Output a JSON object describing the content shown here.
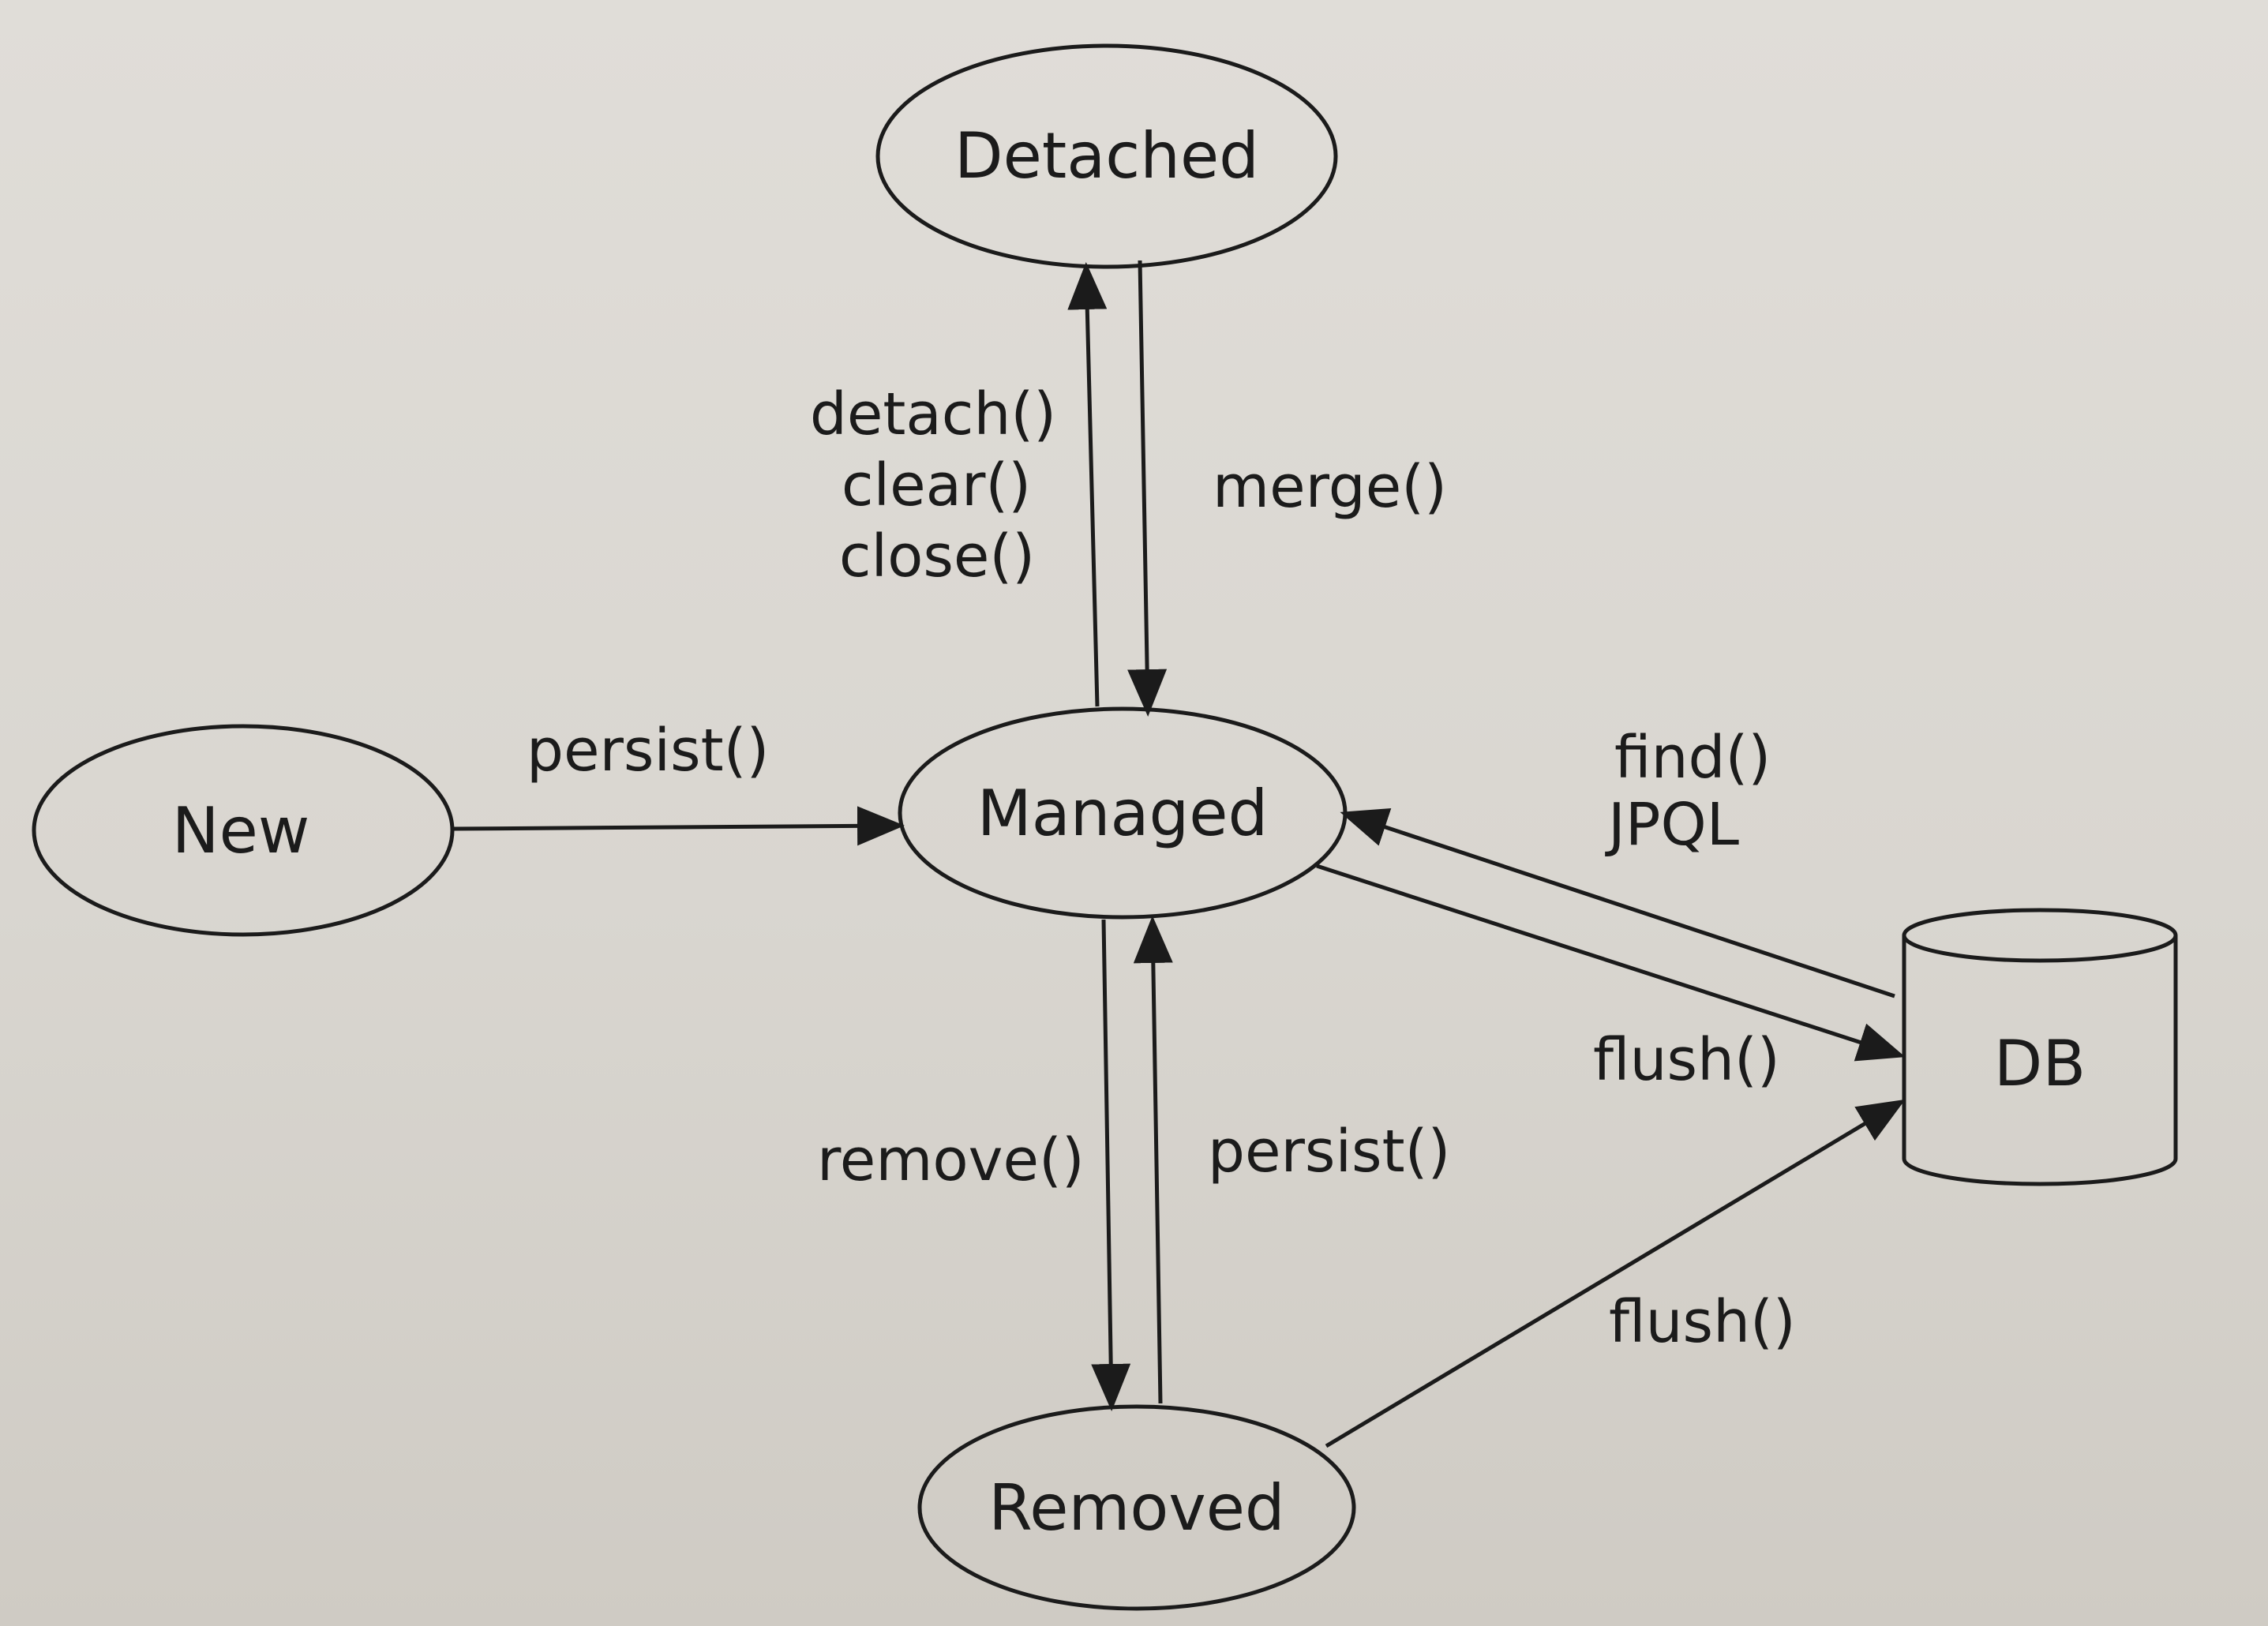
{
  "states": {
    "detached": "Detached",
    "new": "New",
    "managed": "Managed",
    "removed": "Removed",
    "db": "DB"
  },
  "transitions": {
    "detach_methods": [
      "detach()",
      "clear()",
      "close()"
    ],
    "merge": "merge()",
    "persist_new": "persist()",
    "find": "find()",
    "jpql": "JPQL",
    "flush_managed": "flush()",
    "remove": "remove()",
    "persist_removed": "persist()",
    "flush_removed": "flush()"
  }
}
